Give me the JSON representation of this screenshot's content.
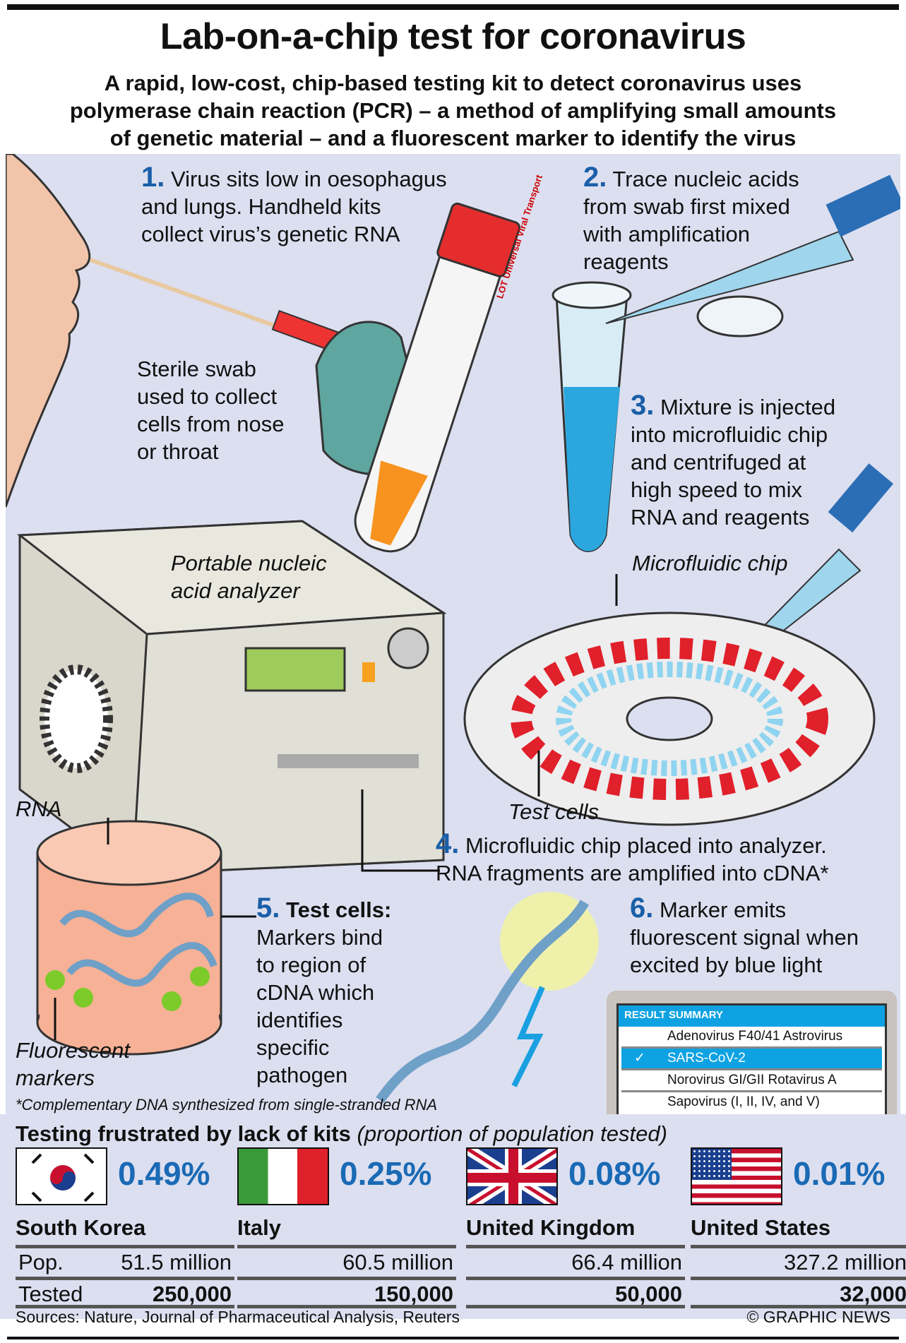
{
  "title": "Lab-on-a-chip test for coronavirus",
  "subtitle": [
    "A rapid, low-cost, chip-based testing kit to detect coronavirus uses",
    "polymerase chain reaction (PCR) – a method of amplifying small amounts",
    "of genetic material –  and a fluorescent marker to identify the virus"
  ],
  "steps": [
    {
      "num": "1.",
      "lines": [
        "Virus sits low in oesophagus",
        "and lungs. Handheld kits",
        "collect virus’s genetic RNA"
      ]
    },
    {
      "num": "2.",
      "lines": [
        "Trace nucleic acids",
        "from swab first mixed",
        "with amplification",
        "reagents"
      ]
    },
    {
      "num": "3.",
      "lines": [
        "Mixture is injected",
        "into microfluidic chip",
        "and centrifuged at",
        "high speed to mix",
        "RNA and reagents"
      ]
    },
    {
      "num": "4.",
      "lines": [
        "Microfluidic chip placed into analyzer.",
        "RNA fragments are amplified into cDNA*"
      ]
    },
    {
      "num": "5.",
      "head": "Test cells:",
      "lines": [
        "Markers bind",
        "to region of",
        "cDNA which",
        "identifies",
        "specific",
        "pathogen"
      ]
    },
    {
      "num": "6.",
      "lines": [
        "Marker emits",
        "fluorescent signal when",
        "excited by blue light"
      ]
    }
  ],
  "labels": {
    "swab": [
      "Sterile swab",
      "used to collect",
      "cells from nose",
      "or throat"
    ],
    "analyzer": [
      "Portable nucleic",
      "acid analyzer"
    ],
    "chip": "Microfluidic chip",
    "test_cells": "Test cells",
    "rna": "RNA",
    "markers": [
      "Fluorescent",
      "markers"
    ],
    "footnote": "*Complementary DNA synthesized from single-stranded RNA",
    "tube_lot": "LOT",
    "tube_text": "Universal Viral Transport"
  },
  "result_summary": {
    "title": "RESULT SUMMARY",
    "items": [
      {
        "label": "Adenovirus F40/41 Astrovirus",
        "selected": false
      },
      {
        "label": "SARS-CoV-2",
        "selected": true
      },
      {
        "label": "Norovirus GI/GII Rotavirus A",
        "selected": false
      },
      {
        "label": "Sapovirus (I, II, IV, and V)",
        "selected": false
      }
    ],
    "check": "✓"
  },
  "testing": {
    "title": "Testing frustrated by lack of kits",
    "subtitle": "(proportion of population tested)",
    "pop_label": "Pop.",
    "tested_label": "Tested",
    "countries": [
      {
        "name": "South Korea",
        "pct": "0.49%",
        "pop": "51.5 million",
        "tested": "250,000"
      },
      {
        "name": "Italy",
        "pct": "0.25%",
        "pop": "60.5 million",
        "tested": "150,000"
      },
      {
        "name": "United Kingdom",
        "pct": "0.08%",
        "pop": "66.4 million",
        "tested": "50,000"
      },
      {
        "name": "United States",
        "pct": "0.01%",
        "pop": "327.2 million",
        "tested": "32,000"
      }
    ]
  },
  "sources": "Sources: Nature, Journal of Pharmaceutical Analysis, Reuters",
  "credit": "© GRAPHIC NEWS",
  "colors": {
    "accent": "#1a5fa8",
    "panel": "#dcdff0",
    "result_blue": "#0ea2e2",
    "chip_red": "#e0202a"
  }
}
